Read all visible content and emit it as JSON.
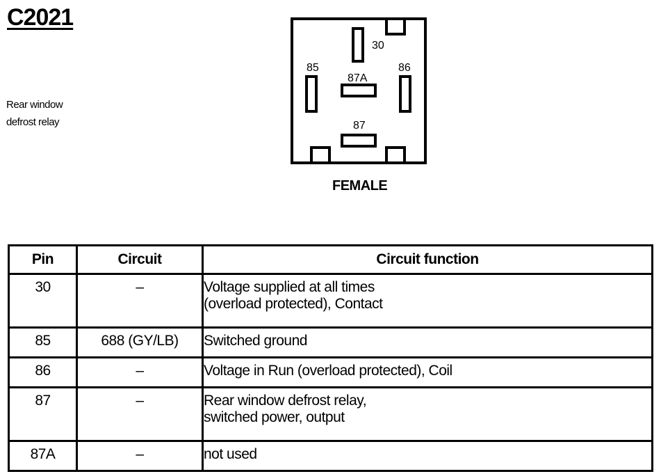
{
  "connector_id": "C2021",
  "description": [
    "Rear window",
    "defrost relay"
  ],
  "connector": {
    "gender_label": "FEMALE",
    "pins": [
      {
        "label": "30"
      },
      {
        "label": "85"
      },
      {
        "label": "87A"
      },
      {
        "label": "86"
      },
      {
        "label": "87"
      }
    ]
  },
  "table": {
    "headers": {
      "pin": "Pin",
      "circuit": "Circuit",
      "function": "Circuit function"
    },
    "rows": [
      {
        "pin": "30",
        "circuit": "–",
        "function": [
          "Voltage supplied at all times",
          "(overload protected), Contact"
        ]
      },
      {
        "pin": "85",
        "circuit": "688 (GY/LB)",
        "function": [
          "Switched ground"
        ]
      },
      {
        "pin": "86",
        "circuit": "–",
        "function": [
          "Voltage in Run (overload protected), Coil"
        ]
      },
      {
        "pin": "87",
        "circuit": "–",
        "function": [
          "Rear window defrost relay,",
          "switched power, output"
        ]
      },
      {
        "pin": "87A",
        "circuit": "–",
        "function": [
          "not used"
        ]
      }
    ]
  }
}
